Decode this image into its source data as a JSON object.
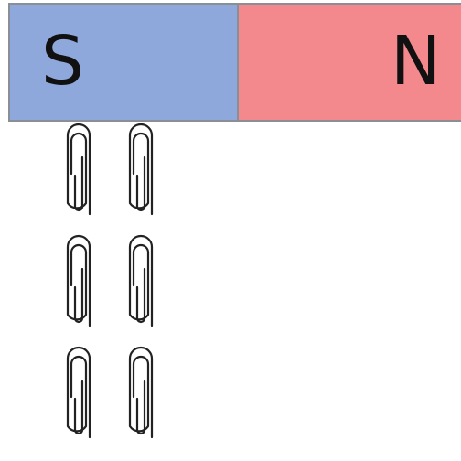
{
  "magnet": {
    "south": {
      "label": "S",
      "color": "#8fa8dc"
    },
    "north": {
      "label": "N",
      "color": "#f4898d"
    },
    "border_color": "#8a8f96"
  },
  "paperclips": {
    "icon": "paperclip-icon",
    "chains": [
      {
        "name": "left-chain",
        "count": 3
      },
      {
        "name": "right-chain",
        "count": 3
      }
    ],
    "stroke_color": "#222222"
  }
}
